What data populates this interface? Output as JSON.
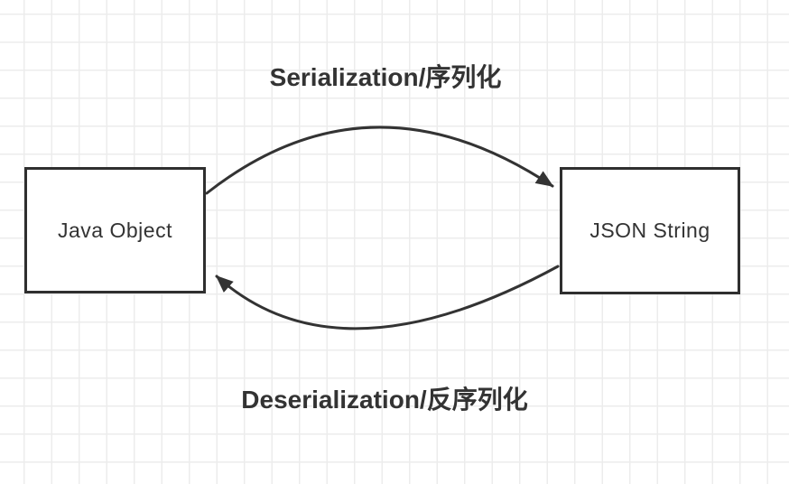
{
  "diagram": {
    "boxes": {
      "left": {
        "label": "Java Object"
      },
      "right": {
        "label": "JSON String"
      }
    },
    "arrows": {
      "top": {
        "label": "Serialization/序列化",
        "direction": "left-to-right"
      },
      "bottom": {
        "label": "Deserialization/反序列化",
        "direction": "right-to-left"
      }
    },
    "colors": {
      "stroke": "#333333",
      "grid": "#ececec",
      "background": "#ffffff",
      "text": "#333333"
    }
  }
}
